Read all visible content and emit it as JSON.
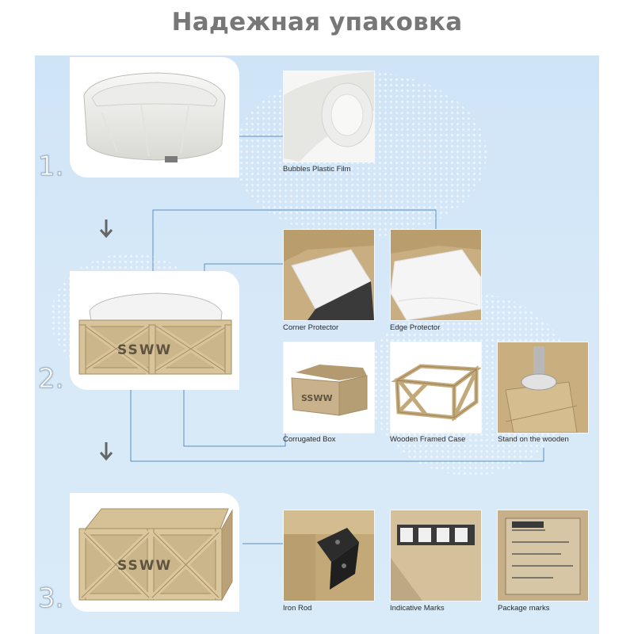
{
  "title": "Надежная упаковка",
  "steps": [
    {
      "number": "1."
    },
    {
      "number": "2."
    },
    {
      "number": "3."
    }
  ],
  "captions": {
    "bubbles": "Bubbles  Plastic Film",
    "corner": "Corner Protector",
    "edge": "Edge Protector",
    "corrugated": "Corrugated Box",
    "wooden_case": "Wooden Framed Case",
    "stand": "Stand on the wooden",
    "iron_rod": "Iron Rod",
    "indicative": "Indicative Marks",
    "package": "Package marks"
  },
  "brand_print": "SSWW",
  "colors": {
    "title": "#777777",
    "panel": "#d5e8f7",
    "connector": "#5d8fc0",
    "wood": "#cdb68a",
    "cardboard": "#c9b28b"
  }
}
